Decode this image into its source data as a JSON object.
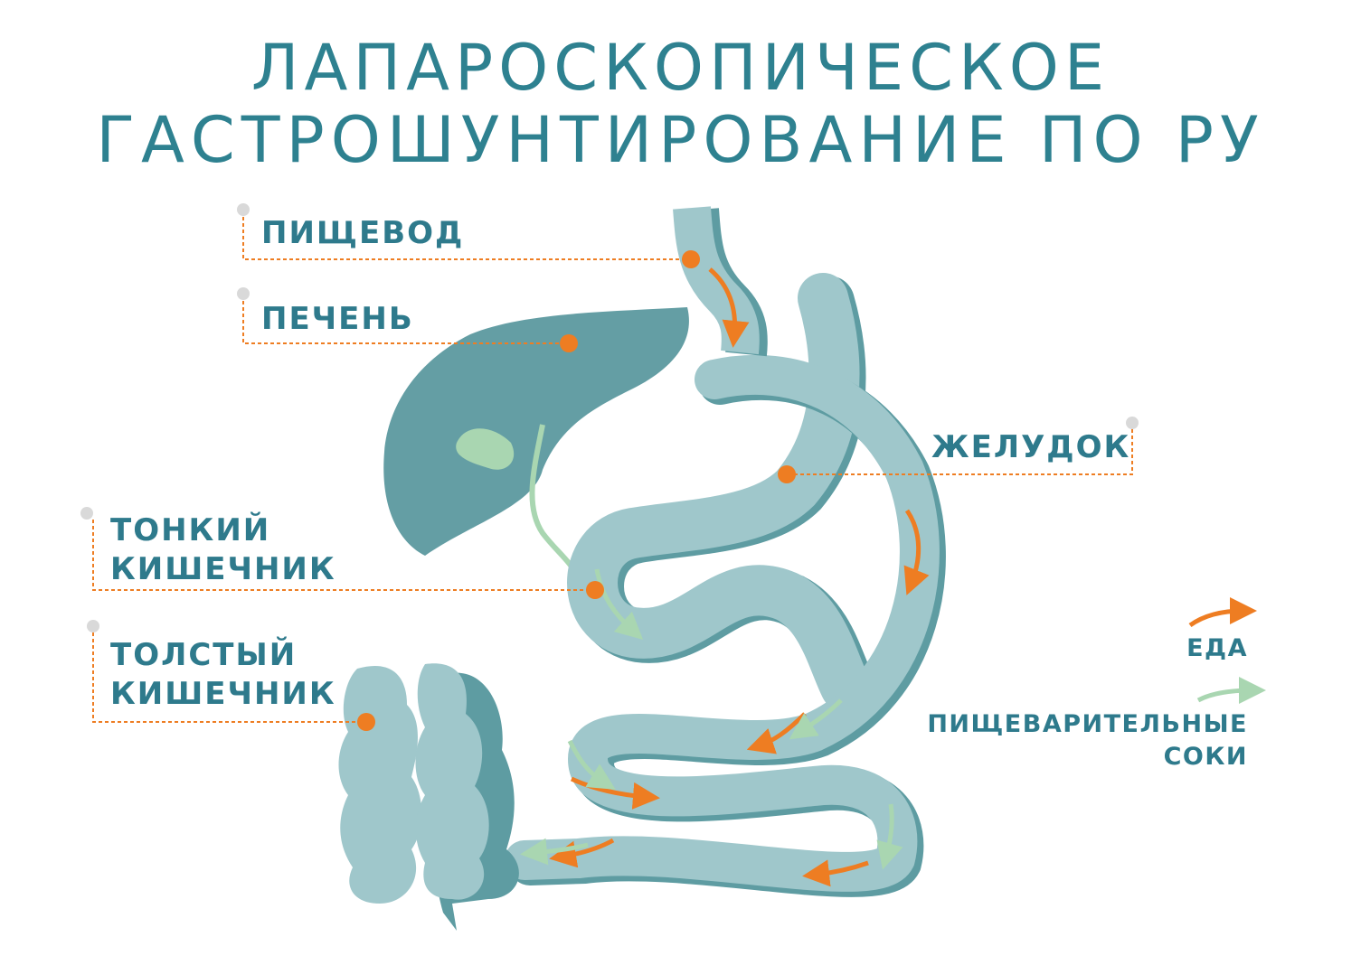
{
  "title": {
    "line1": "ЛАПАРОСКОПИЧЕСКОЕ",
    "line2": "ГАСТРОШУНТИРОВАНИЕ ПО РУ"
  },
  "labels": {
    "esophagus": "ПИЩЕВОД",
    "liver": "ПЕЧЕНЬ",
    "stomach": "ЖЕЛУДОК",
    "small_intestine": [
      "ТОНКИЙ",
      "КИШЕЧНИК"
    ],
    "large_intestine": [
      "ТОЛСТЫЙ",
      "КИШЕЧНИК"
    ]
  },
  "legend": {
    "food": "ЕДА",
    "juices": [
      "ПИЩЕВАРИТЕЛЬНЫЕ",
      "СОКИ"
    ]
  },
  "colors": {
    "title": "#2e8190",
    "organ": "#9fc7cb",
    "organ_shadow": "#5e9ca2",
    "liver": "#649ea4",
    "food": "#ee7d22",
    "juices": "#a9d6b1",
    "pin": "#d9d9d9"
  }
}
